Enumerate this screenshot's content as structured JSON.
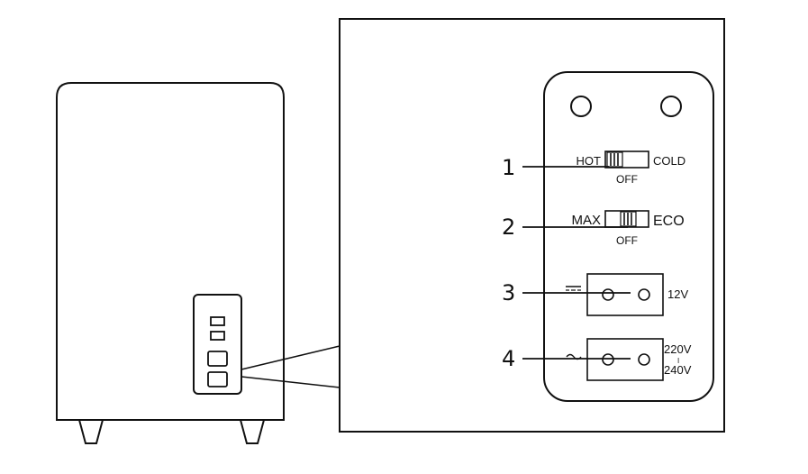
{
  "panel": {
    "switch1": {
      "number": "1",
      "left": "HOT",
      "right": "COLD",
      "below": "OFF"
    },
    "switch2": {
      "number": "2",
      "left": "MAX",
      "right": "ECO",
      "below": "OFF"
    },
    "socket_dc": {
      "number": "3",
      "symbol": "direct-current-symbol",
      "label": "12V"
    },
    "socket_ac": {
      "number": "4",
      "symbol": "alternating-current-symbol",
      "label_top": "220V",
      "label_mid": "I",
      "label_bottom": "240V"
    }
  },
  "colors": {
    "stroke": "#111111",
    "background": "#ffffff"
  }
}
